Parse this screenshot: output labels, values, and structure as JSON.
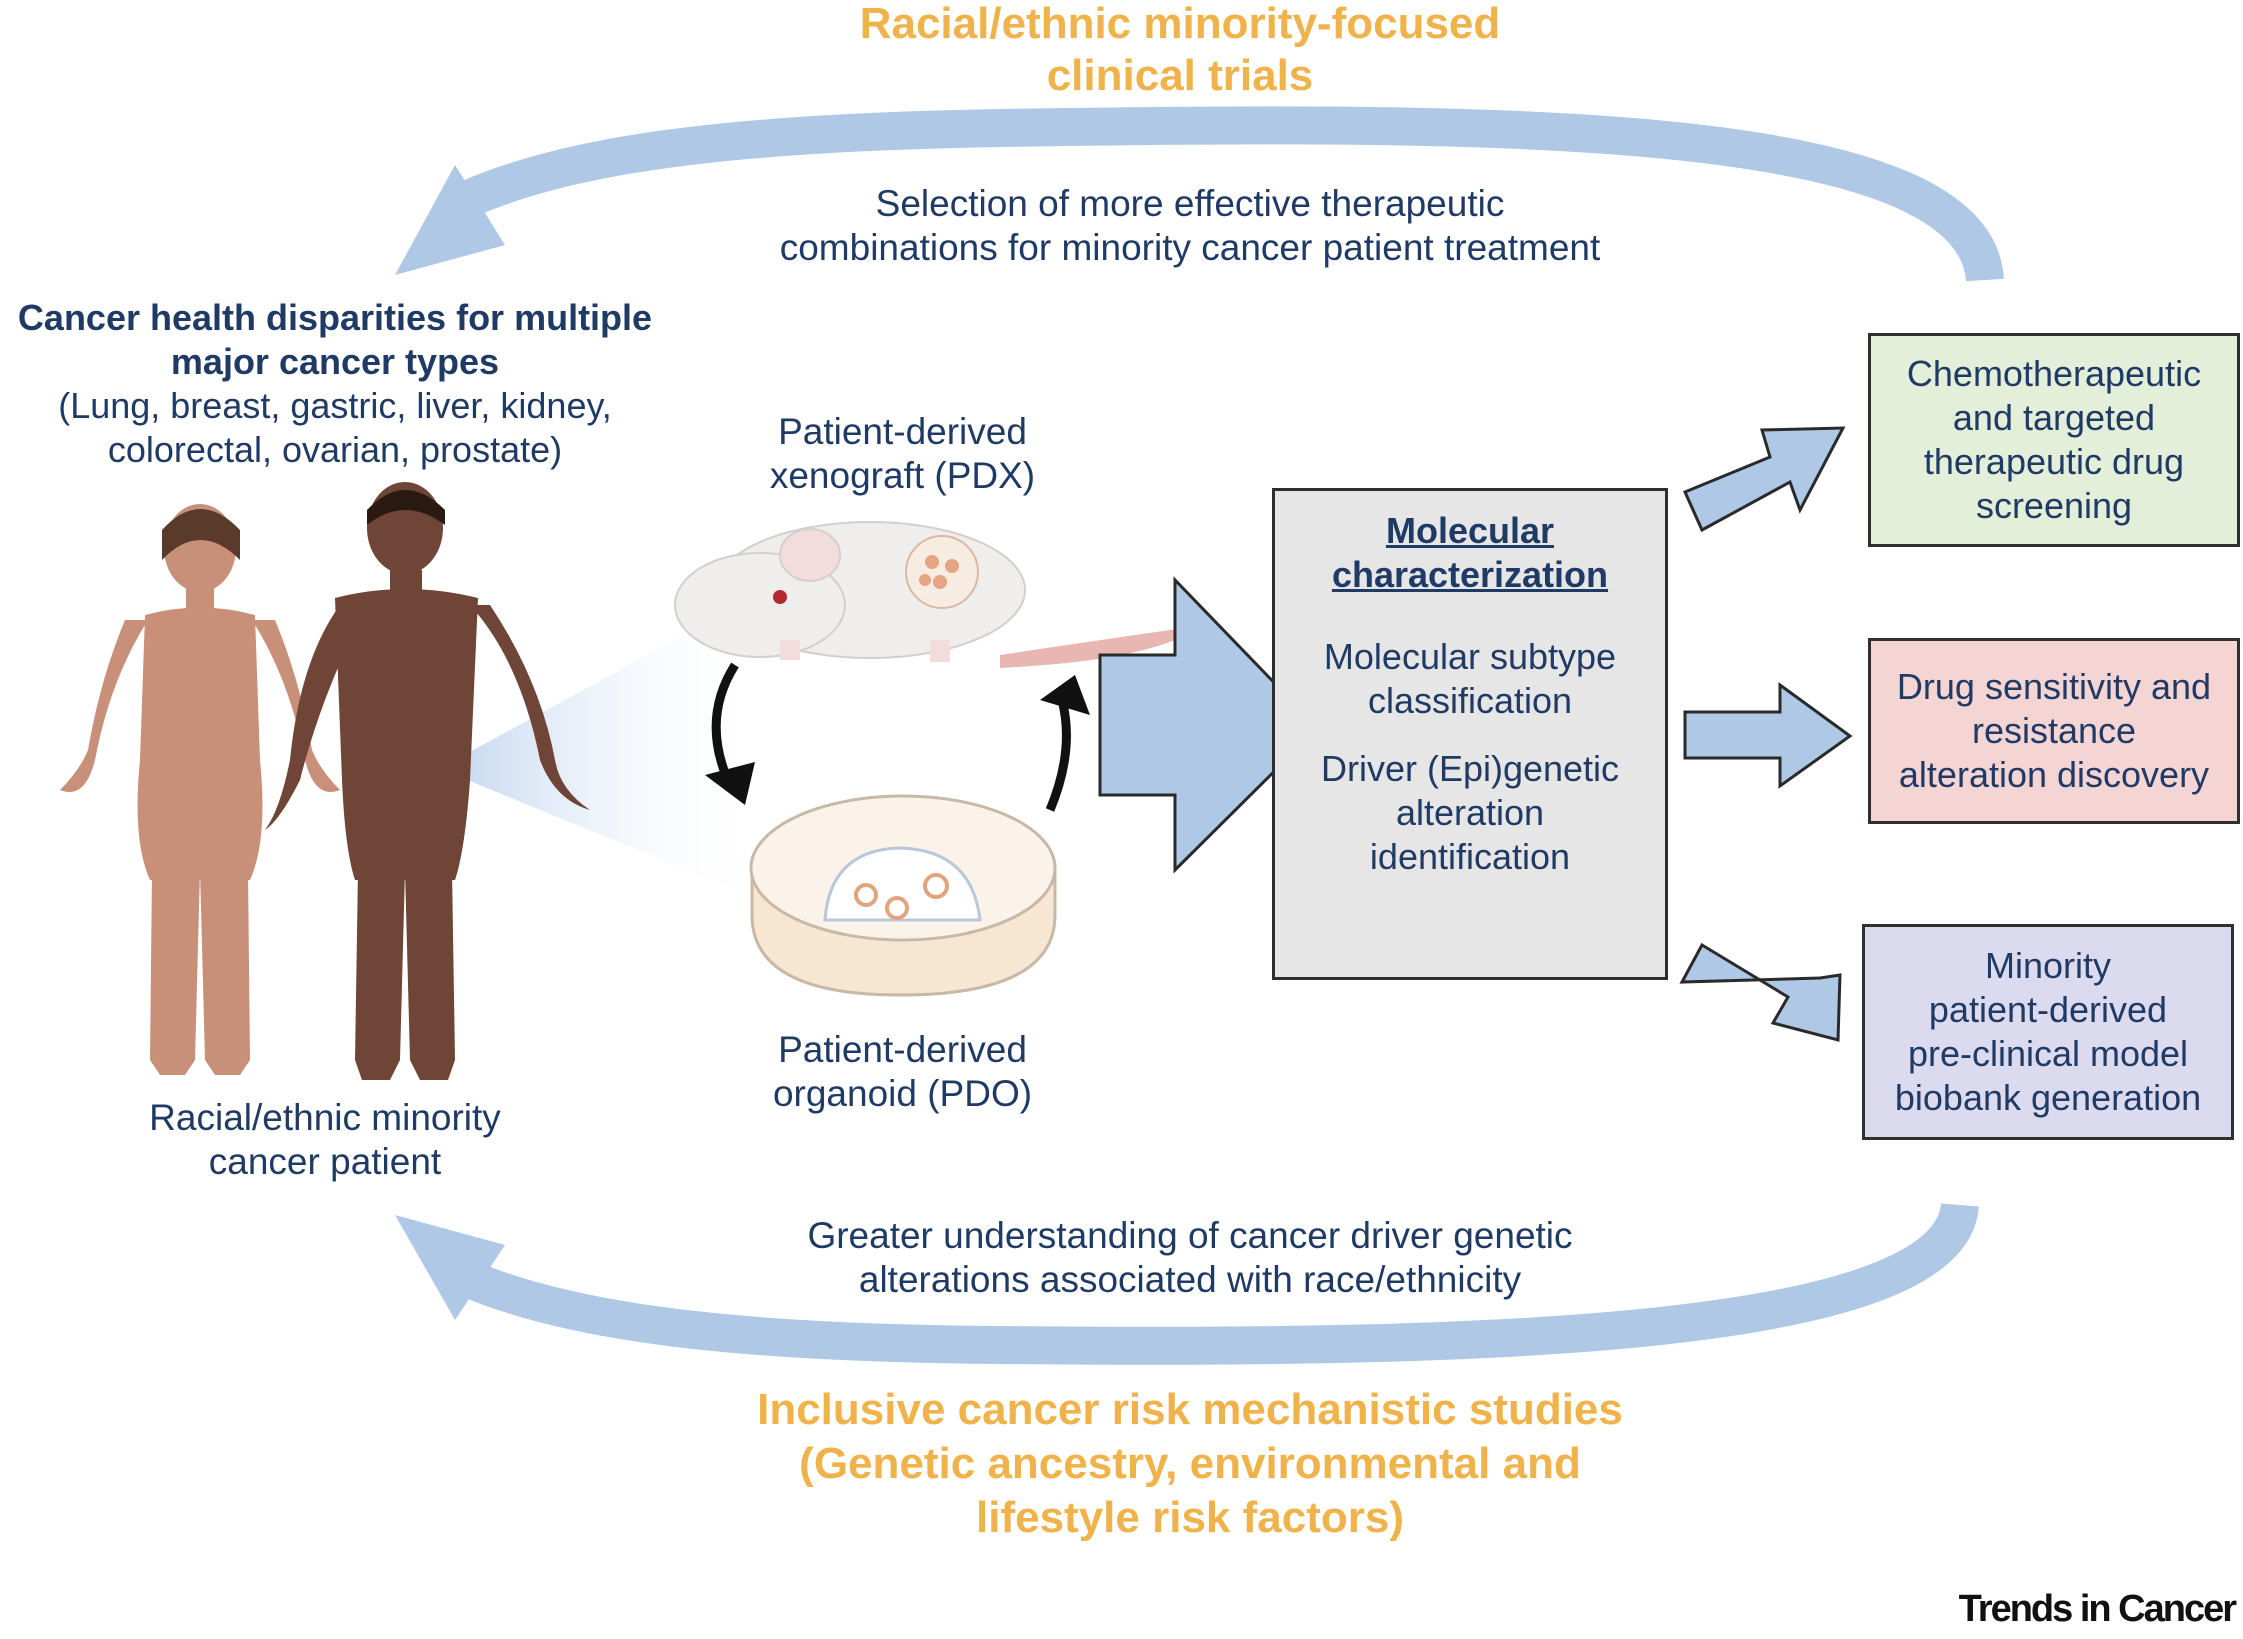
{
  "top_title": [
    "Racial/ethnic minority-focused",
    "clinical trials"
  ],
  "top_arrow_text": [
    "Selection of more effective therapeutic",
    "combinations for minority cancer patient treatment"
  ],
  "disparities": {
    "title": [
      "Cancer health disparities for multiple",
      "major cancer types"
    ],
    "types": [
      "(Lung, breast, gastric, liver, kidney,",
      "colorectal, ovarian, prostate)"
    ]
  },
  "patient_label": [
    "Racial/ethnic minority",
    "cancer patient"
  ],
  "pdx_label": [
    "Patient-derived",
    "xenograft (PDX)"
  ],
  "pdo_label": [
    "Patient-derived",
    "organoid (PDO)"
  ],
  "molecular": {
    "title": [
      "Molecular",
      "characterization"
    ],
    "item1": [
      "Molecular subtype",
      "classification"
    ],
    "item2": [
      "Driver (Epi)genetic",
      "alteration",
      "identification"
    ]
  },
  "outputs": [
    {
      "lines": [
        "Chemotherapeutic",
        "and targeted",
        "therapeutic drug",
        "screening"
      ],
      "fill": "#E3EFD9"
    },
    {
      "lines": [
        "Drug sensitivity and",
        "resistance",
        "alteration discovery"
      ],
      "fill": "#F5D4D4"
    },
    {
      "lines": [
        "Minority",
        "patient-derived",
        "pre-clinical model",
        "biobank generation"
      ],
      "fill": "#DCDAEE"
    }
  ],
  "bottom_arrow_text": [
    "Greater understanding of cancer driver genetic",
    "alterations associated with race/ethnicity"
  ],
  "bottom_title": [
    "Inclusive cancer risk mechanistic studies",
    "(Genetic ancestry, environmental and",
    "lifestyle risk factors)"
  ],
  "brand": "Trends in Cancer",
  "colors": {
    "arrow": "#AFC8E6",
    "orange": "#F0B24A",
    "navy": "#1F3A64",
    "center_box": "#E6E6E6"
  }
}
